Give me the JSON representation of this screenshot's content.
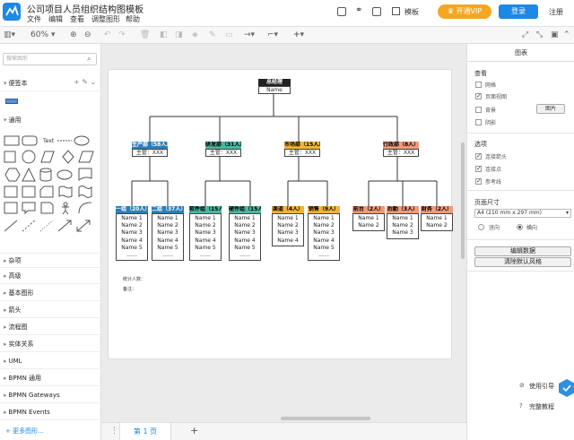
{
  "app": {
    "title": "公司项目人员组织结构图模板",
    "menu": [
      "文件",
      "编辑",
      "查看",
      "调整图形",
      "帮助"
    ],
    "template_label": "模板",
    "vip_label": "开通VIP",
    "login_label": "登录",
    "register_label": "注册"
  },
  "toolbar": {
    "zoom": "60%"
  },
  "sidebar": {
    "search_placeholder": "搜索图形",
    "notes_label": "便签本",
    "general_label": "通用",
    "text_shape_label": "Text",
    "sections": [
      "杂项",
      "高级",
      "基本图形",
      "箭头",
      "流程图",
      "实体关系",
      "UML",
      "BPMN 通用",
      "BPMN Gateways",
      "BPMN Events"
    ],
    "more_label": "+ 更多图形..."
  },
  "tabs": {
    "page1": "第 1 页"
  },
  "right_panel": {
    "title": "图表",
    "view_label": "查看",
    "grid": "网格",
    "page_view": "页面视图",
    "background": "背景",
    "image_button": "图片",
    "shadow": "阴影",
    "options_label": "选项",
    "connection_arrows": "连接箭头",
    "connection_points": "连接点",
    "guides": "参考线",
    "paper_size_label": "页面尺寸",
    "paper_size": "A4 (210 mm x 297 mm)",
    "portrait": "竖向",
    "landscape": "横向",
    "edit_data": "编辑数据",
    "clear_style": "清除默认风格",
    "guide": "使用引导",
    "tutorial": "完整教程"
  },
  "org": {
    "root": {
      "title": "总经理",
      "name": "Name"
    },
    "depts": [
      {
        "title": "生产部（58人）",
        "manager": "主管：XXX",
        "color": "#2a7fb8"
      },
      {
        "title": "研发部（31人）",
        "manager": "主管：XXX",
        "color": "#4db6a0"
      },
      {
        "title": "市场部（15人）",
        "manager": "主管：XXX",
        "color": "#f2b33d"
      },
      {
        "title": "行政部（8人）",
        "manager": "主管：XXX",
        "color": "#f09a7a"
      }
    ],
    "teams": [
      {
        "title": "一组（20人）",
        "color": "#2a7fb8",
        "names": [
          "Name 1",
          "Name 2",
          "Name 3",
          "Name 4",
          "Name 5",
          "……"
        ]
      },
      {
        "title": "二组（37人）",
        "color": "#2a7fb8",
        "names": [
          "Name 1",
          "Name 2",
          "Name 3",
          "Name 4",
          "Name 5",
          "……"
        ]
      },
      {
        "title": "软件组（15人）",
        "color": "#4db6a0",
        "names": [
          "Name 1",
          "Name 2",
          "Name 3",
          "Name 4",
          "Name 5",
          "……"
        ]
      },
      {
        "title": "硬件组（15人）",
        "color": "#4db6a0",
        "names": [
          "Name 1",
          "Name 2",
          "Name 3",
          "Name 4",
          "Name 5",
          "……"
        ]
      },
      {
        "title": "渠道（4人）",
        "color": "#f2b33d",
        "names": [
          "Name 1",
          "Name 2",
          "Name 3",
          "Name 4"
        ]
      },
      {
        "title": "销售（9人）",
        "color": "#f2b33d",
        "names": [
          "Name 1",
          "Name 2",
          "Name 3",
          "Name 4",
          "Name 5",
          "……"
        ]
      },
      {
        "title": "前台（2人）",
        "color": "#f09a7a",
        "names": [
          "Name 1",
          "Name 2"
        ]
      },
      {
        "title": "后勤（3人）",
        "color": "#f09a7a",
        "names": [
          "Name 1",
          "Name 2",
          "Name 3"
        ]
      },
      {
        "title": "财务（2人）",
        "color": "#f09a7a",
        "names": [
          "Name 1",
          "Name 2"
        ]
      }
    ],
    "footnote1": "统计人数：",
    "footnote2": "备注："
  }
}
